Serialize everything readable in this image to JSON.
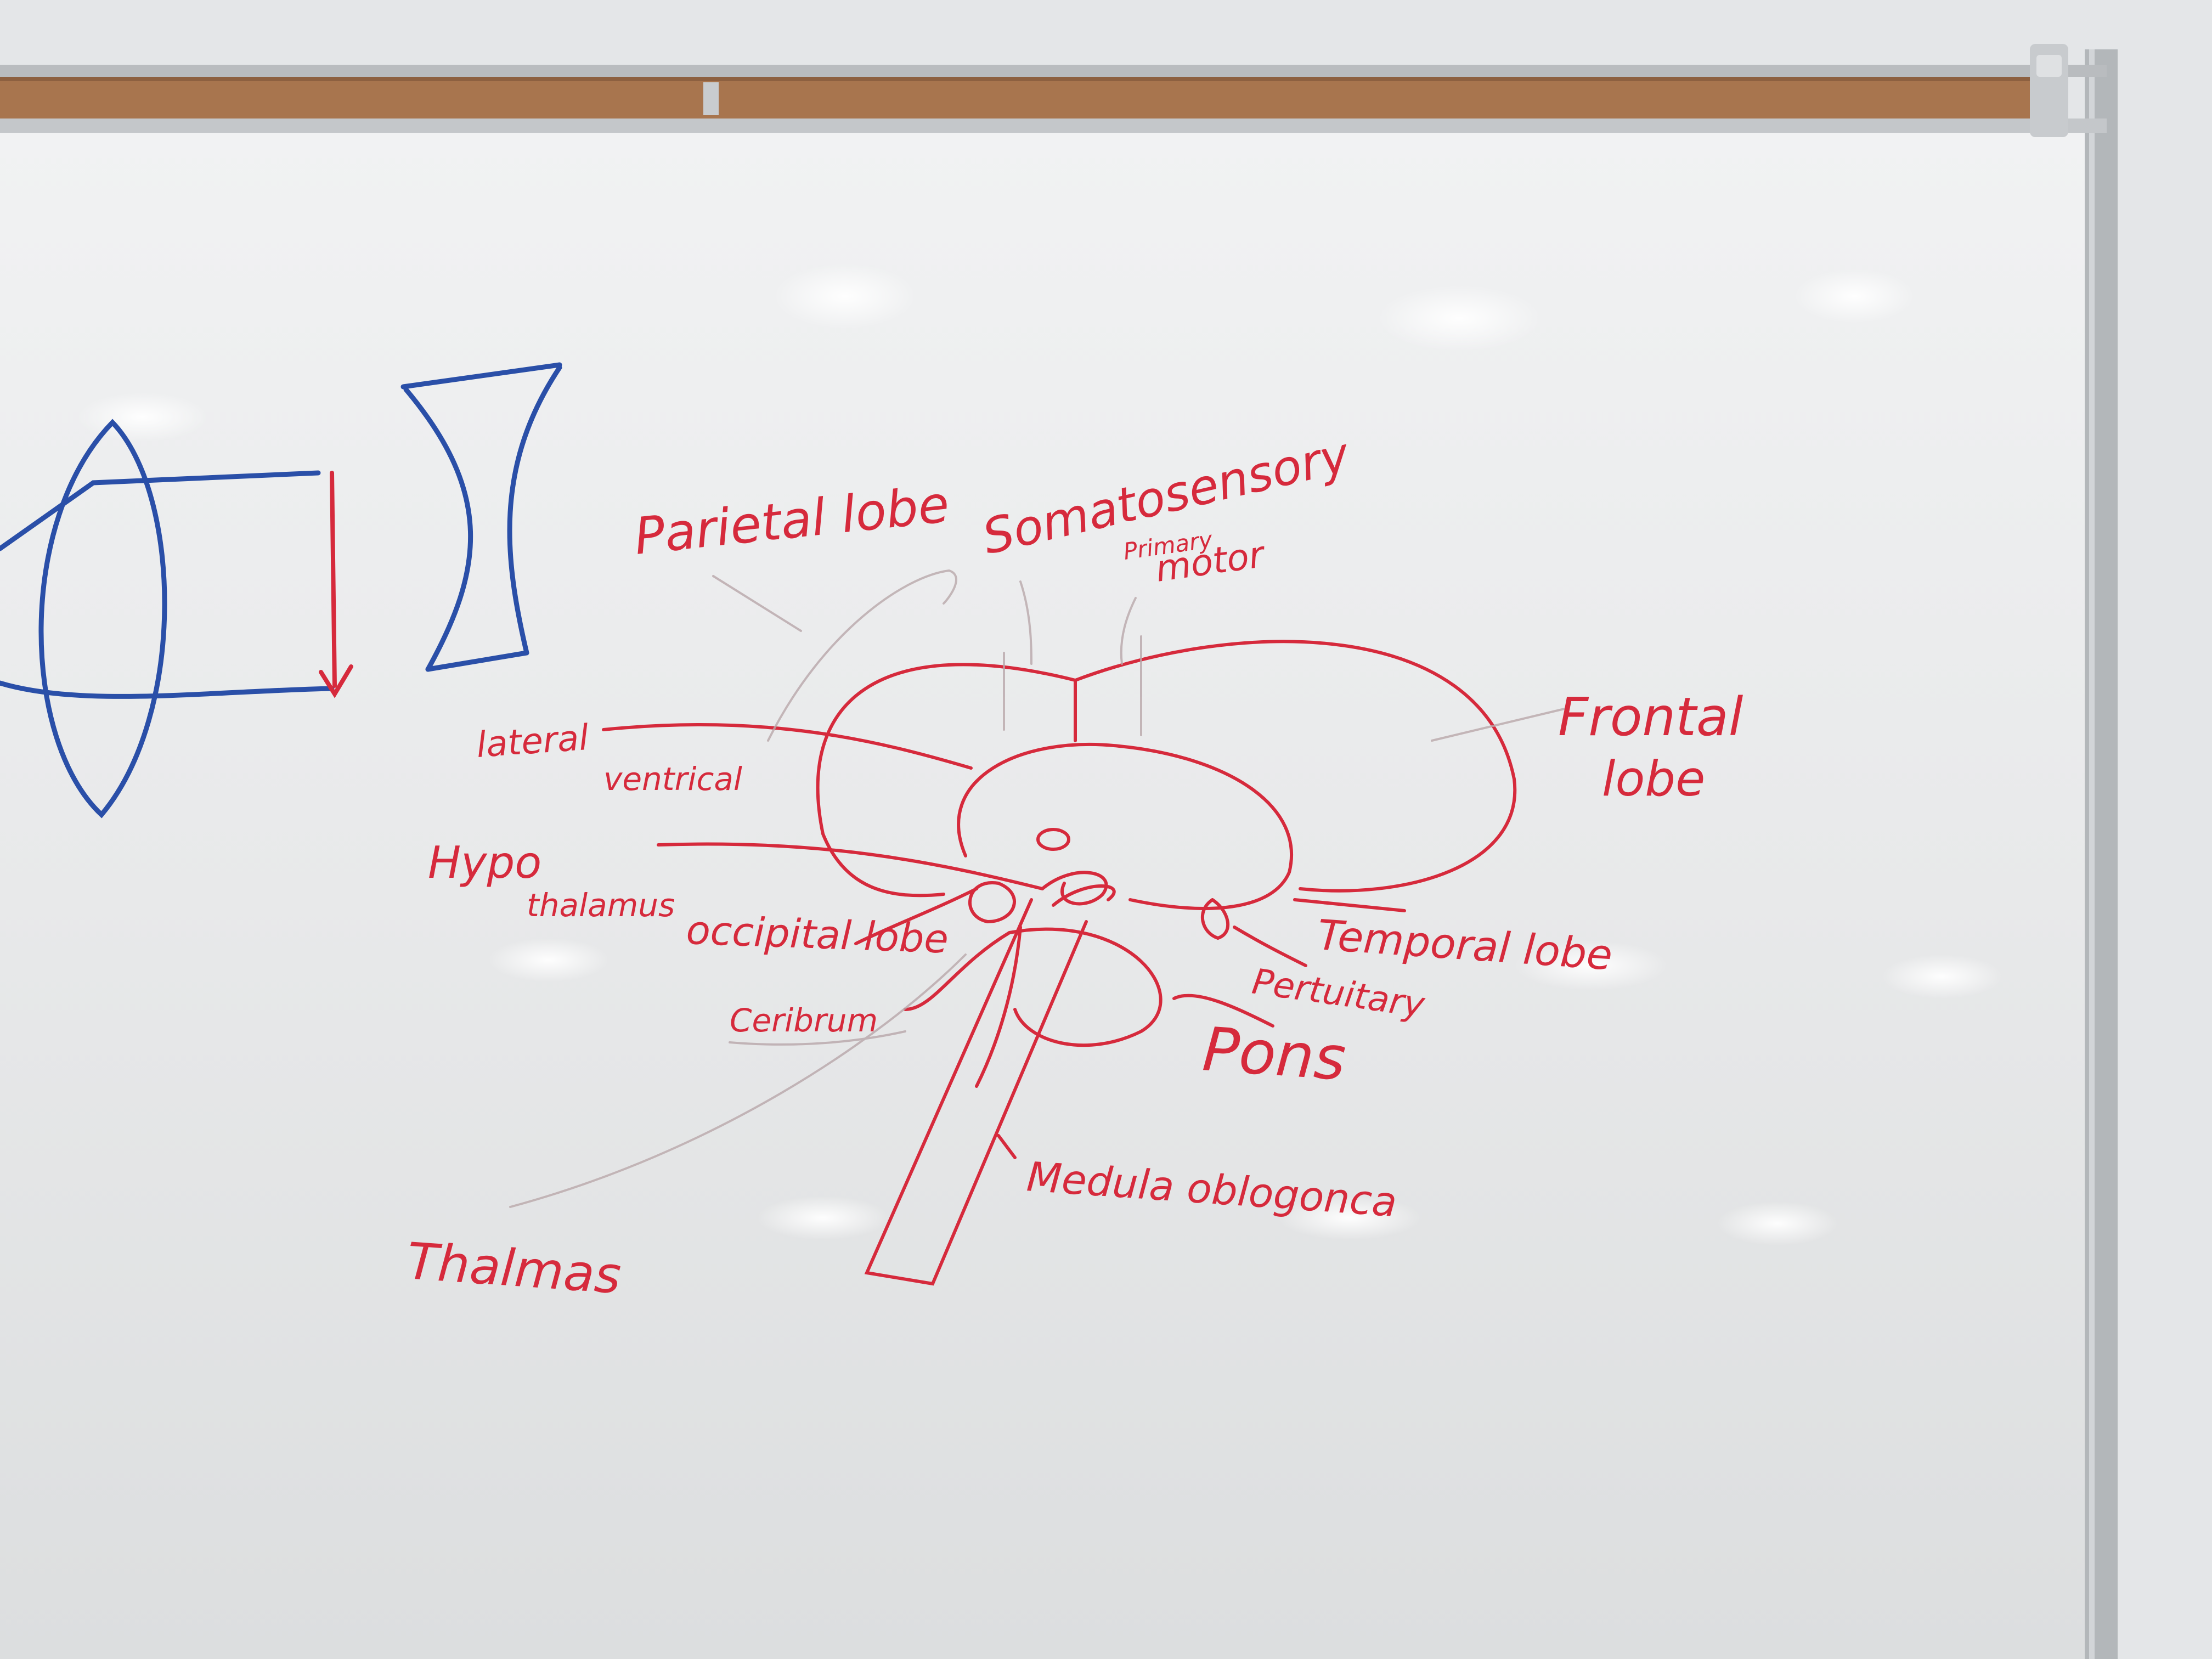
{
  "colors": {
    "marker_red": "#d62a3c",
    "marker_blue": "#2a4fa8",
    "cork": "#a8754e",
    "frame": "#a9adb1",
    "board": "#eceeef"
  },
  "labels": {
    "parietal_lobe": "Parietal lobe",
    "somatosensory": "Somatosensory",
    "primary_motor_1": "Primary",
    "primary_motor_2": "motor",
    "frontal_lobe_1": "Frontal",
    "frontal_lobe_2": "lobe",
    "lateral_ventrical_1": "lateral",
    "lateral_ventrical_2": "ventrical",
    "hypothalamus_1": "Hypo",
    "hypothalamus_2": "thalamus",
    "occipital_lobe": "occipital lobe",
    "temporal_lobe": "Temporal lobe",
    "pituitary": "Pertuitary",
    "cerebrum": "Ceribrum",
    "pons": "Pons",
    "medula_oblongata": "Medula oblogonca",
    "thalamus": "Thalmas"
  }
}
